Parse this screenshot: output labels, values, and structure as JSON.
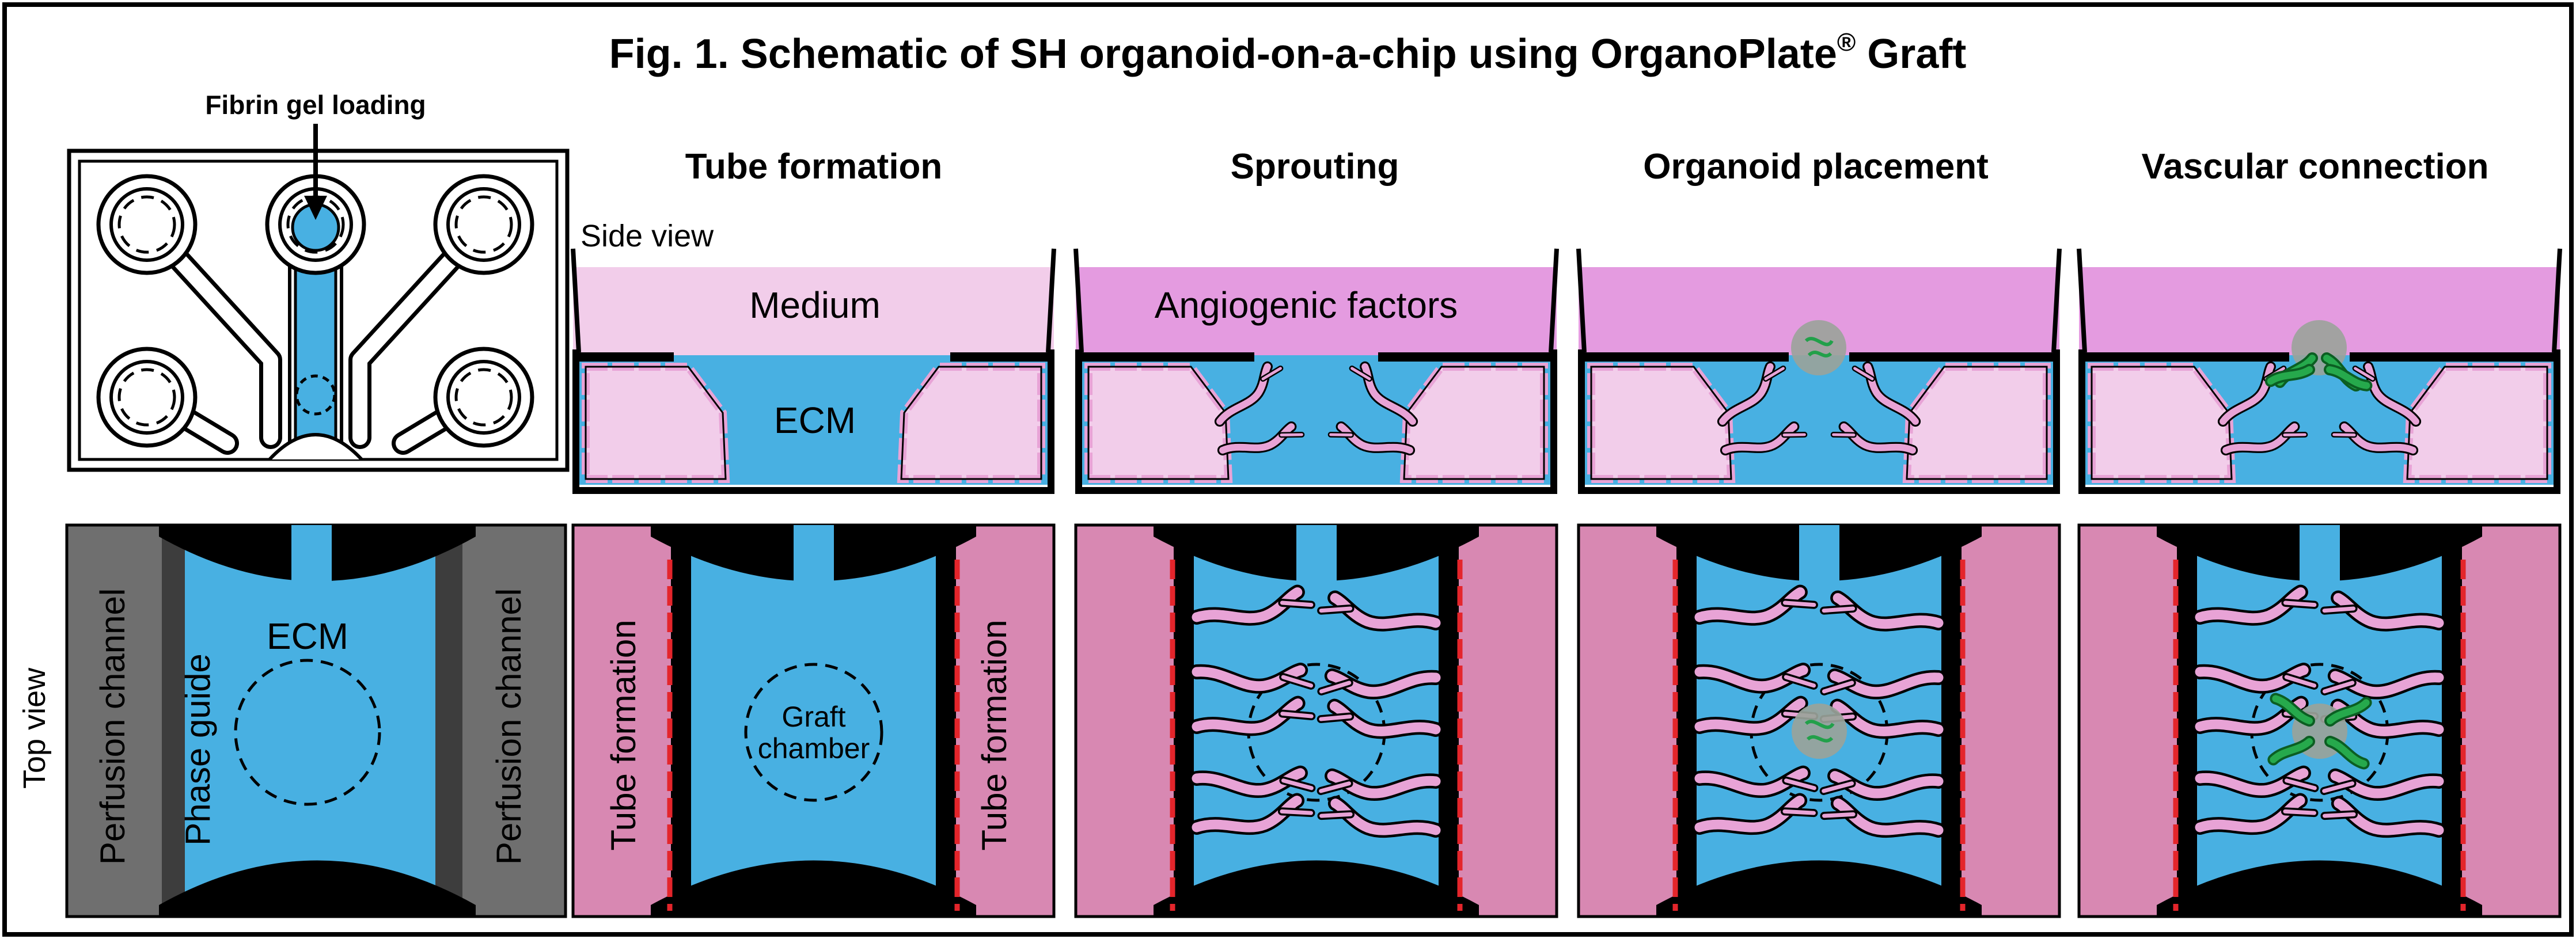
{
  "title": {
    "main": "Fig. 1. Schematic of SH organoid-on-a-chip using OrganoPlate",
    "sup": "®",
    "tail": " Graft"
  },
  "chip_overview": {
    "annotation": "Fibrin gel loading"
  },
  "stages": [
    {
      "title": "Tube formation"
    },
    {
      "title": "Sprouting"
    },
    {
      "title": "Organoid placement"
    },
    {
      "title": "Vascular connection"
    }
  ],
  "side_view": {
    "view_label": "Side view",
    "medium_label": "Medium",
    "ecm_label": "ECM",
    "angiogenic_label": "Angiogenic factors"
  },
  "top_view": {
    "view_label": "Top view",
    "perfusion_left": "Perfusion channel",
    "perfusion_right": "Perfusion channel",
    "phase_guide": "Phase guide",
    "ecm_label": "ECM",
    "tube_left": "Tube formation",
    "tube_right": "Tube formation",
    "graft_line1": "Graft",
    "graft_line2": "chamber"
  },
  "colors": {
    "ecm_blue": "#48b0e2",
    "medium_light": "#f2cdea",
    "medium_dark": "#e49be0",
    "tube_pink": "#d888b2",
    "tube_edge_red": "#e4252b",
    "channel_grey": "#6f6f6f",
    "phase_guide_grey": "#3d3d3d",
    "cell_pink": "#e8a3d6",
    "vessel_green": "#22a04a",
    "organoid_grey": "#9aa39a"
  }
}
